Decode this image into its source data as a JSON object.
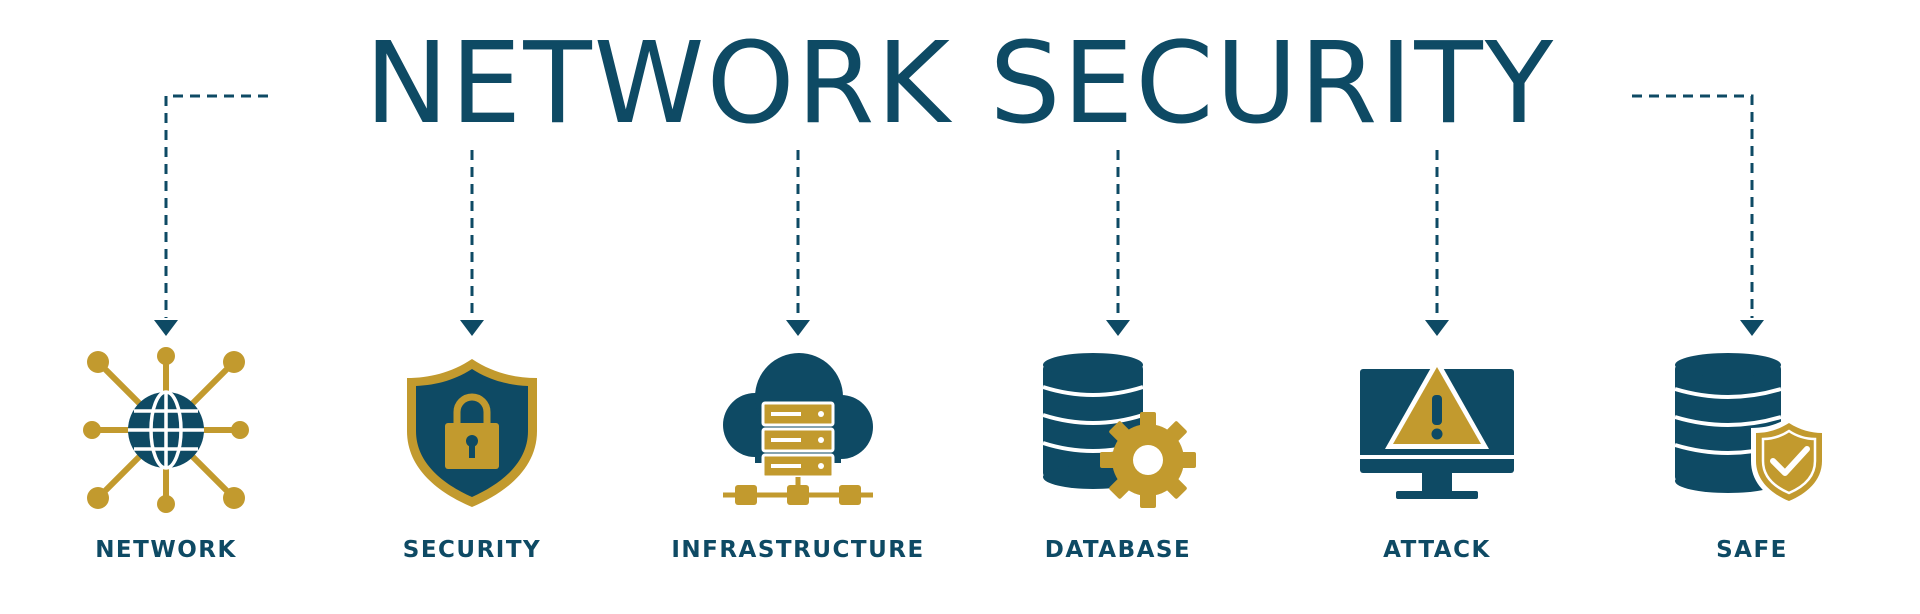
{
  "title": "NETWORK SECURITY",
  "colors": {
    "primary": "#0e4a64",
    "accent": "#c29a2e",
    "background": "#ffffff"
  },
  "items": [
    {
      "label": "NETWORK",
      "icon": "network-globe-icon"
    },
    {
      "label": "SECURITY",
      "icon": "shield-lock-icon"
    },
    {
      "label": "INFRASTRUCTURE",
      "icon": "cloud-server-icon"
    },
    {
      "label": "DATABASE",
      "icon": "database-gear-icon"
    },
    {
      "label": "ATTACK",
      "icon": "monitor-warning-icon"
    },
    {
      "label": "SAFE",
      "icon": "database-shield-icon"
    }
  ]
}
